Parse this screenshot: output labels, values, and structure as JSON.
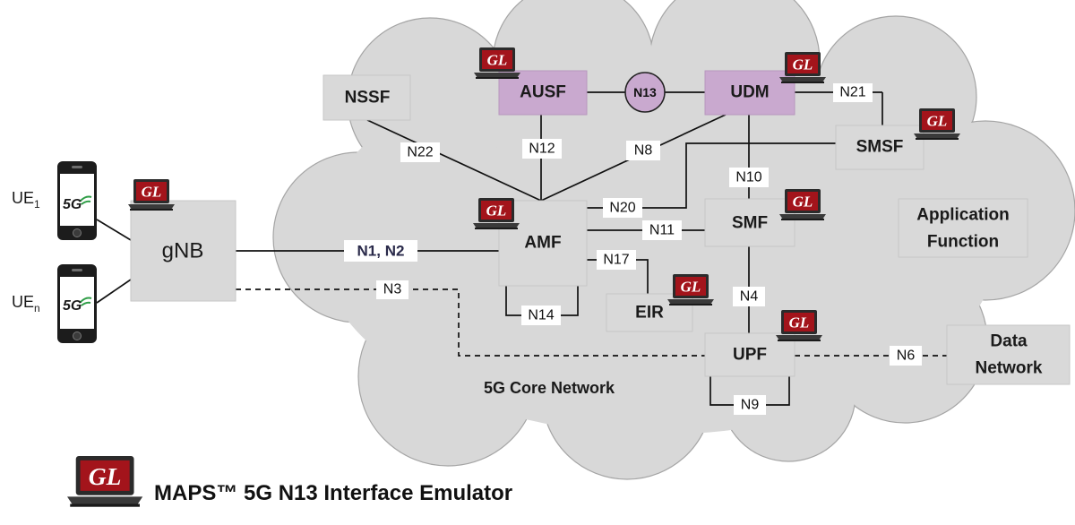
{
  "cloud": {
    "label": "5G Core Network"
  },
  "ue": {
    "top": {
      "base": "UE",
      "sub": "1"
    },
    "bottom": {
      "base": "UE",
      "sub": "n"
    },
    "badge": "5G"
  },
  "nodes": {
    "gnb": "gNB",
    "nssf": "NSSF",
    "ausf": "AUSF",
    "udm": "UDM",
    "smsf": "SMSF",
    "amf": "AMF",
    "smf": "SMF",
    "eir": "EIR",
    "upf": "UPF",
    "af_line1": "Application",
    "af_line2": "Function",
    "dn_line1": "Data",
    "dn_line2": "Network"
  },
  "interfaces": {
    "n13": "N13",
    "n1n2": "N1, N2",
    "n3": "N3",
    "n22": "N22",
    "n12": "N12",
    "n8": "N8",
    "n21": "N21",
    "n10": "N10",
    "n20": "N20",
    "n11": "N11",
    "n17": "N17",
    "n14": "N14",
    "n4": "N4",
    "n6": "N6",
    "n9": "N9"
  },
  "logo": {
    "text": "GL"
  },
  "footer": {
    "title": "MAPS™ 5G N13 Interface Emulator"
  },
  "colors": {
    "logo_red": "#a3141b",
    "node_grey": "#d9d9d9",
    "node_purple": "#c9a9cf",
    "cloud": "#d8d8d8"
  }
}
